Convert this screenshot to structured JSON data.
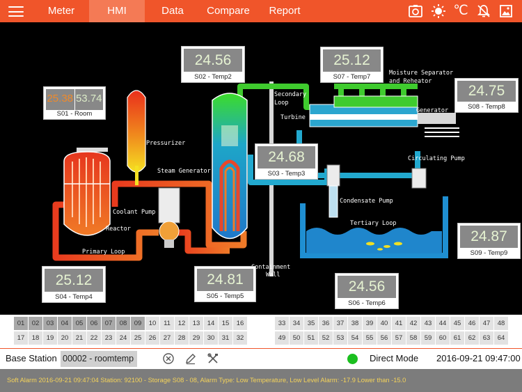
{
  "topbar": {
    "tabs": [
      {
        "label": "Meter",
        "active": false
      },
      {
        "label": "HMI",
        "active": true
      },
      {
        "label": "Data",
        "active": false
      },
      {
        "label": "Compare",
        "active": false
      },
      {
        "label": "Report",
        "active": false
      }
    ],
    "icons": [
      "camera-icon",
      "brightness-icon",
      "celsius-icon",
      "alarm-mute-icon",
      "image-icon"
    ],
    "celsius_symbol": "℃",
    "bg_color": "#f0552a"
  },
  "diagram": {
    "labels": {
      "pressurizer": "Pressurizer",
      "steam_generator": "Steam Generator",
      "coolant_pump": "Coolant Pump",
      "reactor": "Reactor",
      "primary_loop": "Primary Loop",
      "secondary_loop_1": "Secondary",
      "secondary_loop_2": "Loop",
      "turbine": "Turbine",
      "moisture_1": "Moisture Separator",
      "moisture_2": "and Reheator",
      "generator": "Generator",
      "circulating_pump": "Circulating Pump",
      "condensate_pump": "Condensate Pump",
      "tertiary_loop": "Tertiary Loop",
      "containment_1": "Containment",
      "containment_2": "Wall"
    },
    "sensors": {
      "s01": {
        "name": "S01 - Room",
        "value_a": "25.38",
        "value_b": "53.74"
      },
      "s02": {
        "name": "S02 - Temp2",
        "value": "24.56"
      },
      "s03": {
        "name": "S03 - Temp3",
        "value": "24.68"
      },
      "s04": {
        "name": "S04 - Temp4",
        "value": "25.12"
      },
      "s05": {
        "name": "S05 - Temp5",
        "value": "24.81"
      },
      "s06": {
        "name": "S06 - Temp6",
        "value": "24.56"
      },
      "s07": {
        "name": "S07 - Temp7",
        "value": "25.12"
      },
      "s08": {
        "name": "S08 - Temp8",
        "value": "24.75"
      },
      "s09": {
        "name": "S09 - Temp9",
        "value": "24.87"
      }
    },
    "value_color_a": "#f08a2a",
    "value_color_b": "#dcecc8"
  },
  "station_grid": {
    "rows": [
      [
        "01",
        "02",
        "03",
        "04",
        "05",
        "06",
        "07",
        "08",
        "09",
        "10",
        "11",
        "12",
        "13",
        "14",
        "15",
        "16"
      ],
      [
        "17",
        "18",
        "19",
        "20",
        "21",
        "22",
        "23",
        "24",
        "25",
        "26",
        "27",
        "28",
        "29",
        "30",
        "31",
        "32"
      ],
      [
        "33",
        "34",
        "35",
        "36",
        "37",
        "38",
        "39",
        "40",
        "41",
        "42",
        "43",
        "44",
        "45",
        "46",
        "47",
        "48"
      ],
      [
        "49",
        "50",
        "51",
        "52",
        "53",
        "54",
        "55",
        "56",
        "57",
        "58",
        "59",
        "60",
        "61",
        "62",
        "63",
        "64"
      ]
    ],
    "active": [
      "01",
      "02",
      "03",
      "04",
      "05",
      "06",
      "07",
      "08",
      "09"
    ]
  },
  "statusbar": {
    "base_label": "Base Station",
    "station": "00002 - roomtemp",
    "icons": [
      "clear-icon",
      "edit-icon",
      "tools-icon"
    ],
    "mode": "Direct Mode",
    "mode_color": "#1bbf1f",
    "datetime": "2016-09-21 09:47:00"
  },
  "alarm": {
    "text": "Soft Alarm 2016-09-21 09:47:04 Station: 92100  - Storage S08 - 08, Alarm Type: Low Temperature, Low Level Alarm: -17.9 Lower than -15.0",
    "color": "#f5d35a"
  }
}
